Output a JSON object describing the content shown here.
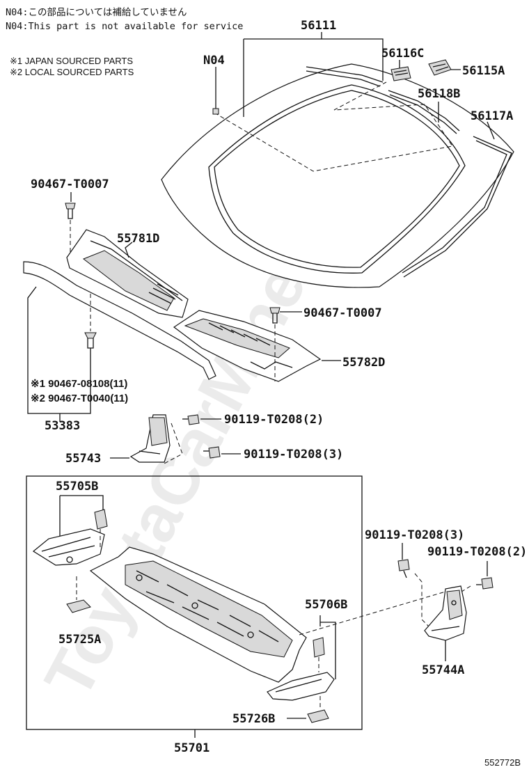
{
  "notes": {
    "n04_jp": "N04:この部品については補給していません",
    "n04_en": "N04:This part is not available for service",
    "src1": "※1 JAPAN SOURCED PARTS",
    "src2": "※2 LOCAL SOURCED PARTS"
  },
  "watermark": "ToyotaCarMine.ru",
  "labels": {
    "p56111": "56111",
    "n04": "N04",
    "p56116c": "56116C",
    "p56115a": "56115A",
    "p56118b": "56118B",
    "p56117a": "56117A",
    "p90467_t0007_a": "90467-T0007",
    "p55781d": "55781D",
    "p90467_t0007_b": "90467-T0007",
    "p55782d": "55782D",
    "p90467_08108": "※1 90467-08108(11)",
    "p90467_t0040": "※2 90467-T0040(11)",
    "p53383": "53383",
    "p90119_t0208_2a": "90119-T0208(2)",
    "p55743": "55743",
    "p90119_t0208_3a": "90119-T0208(3)",
    "p55705b": "55705B",
    "p90119_t0208_3b": "90119-T0208(3)",
    "p90119_t0208_2b": "90119-T0208(2)",
    "p55725a": "55725A",
    "p55706b": "55706B",
    "p55744a": "55744A",
    "p55726b": "55726B",
    "p55701": "55701"
  },
  "diagram_code": "552772B"
}
